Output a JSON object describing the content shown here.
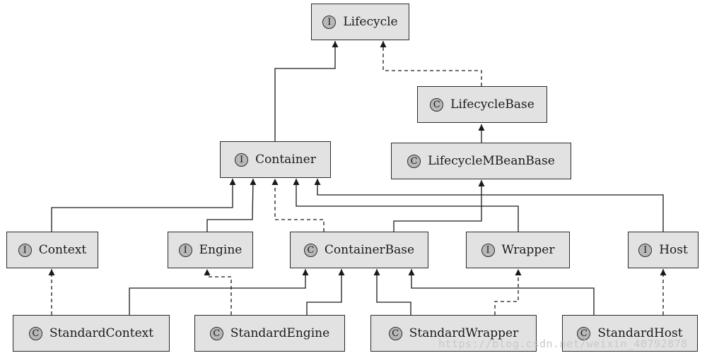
{
  "nodes": {
    "lifecycle": {
      "badge": "I",
      "label": "Lifecycle"
    },
    "lifecycle_base": {
      "badge": "C",
      "label": "LifecycleBase"
    },
    "container": {
      "badge": "I",
      "label": "Container"
    },
    "lifecycle_mbean_base": {
      "badge": "C",
      "label": "LifecycleMBeanBase"
    },
    "context": {
      "badge": "I",
      "label": "Context"
    },
    "engine": {
      "badge": "I",
      "label": "Engine"
    },
    "container_base": {
      "badge": "C",
      "label": "ContainerBase"
    },
    "wrapper": {
      "badge": "I",
      "label": "Wrapper"
    },
    "host": {
      "badge": "I",
      "label": "Host"
    },
    "standard_context": {
      "badge": "C",
      "label": "StandardContext"
    },
    "standard_engine": {
      "badge": "C",
      "label": "StandardEngine"
    },
    "standard_wrapper": {
      "badge": "C",
      "label": "StandardWrapper"
    },
    "standard_host": {
      "badge": "C",
      "label": "StandardHost"
    }
  },
  "watermark": "https://blog.csdn.net/weixin_40792878",
  "colors": {
    "node_fill": "#e2e2e2",
    "badge_fill": "#b8b8b8",
    "stroke": "#2a2a2a"
  }
}
